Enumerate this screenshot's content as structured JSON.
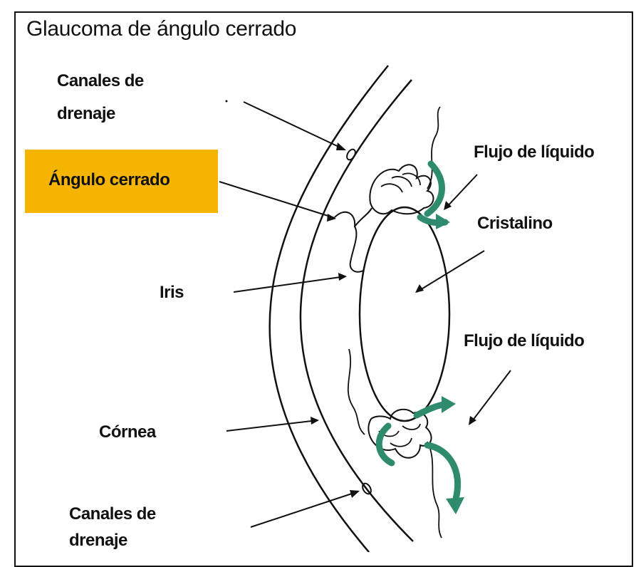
{
  "title": "Glaucoma de ángulo cerrado",
  "labels": {
    "canales_top_l1": "Canales de",
    "canales_top_l2": "drenaje",
    "angulo": "Ángulo cerrado",
    "iris": "Iris",
    "cornea": "Córnea",
    "canales_bot_l1": "Canales de",
    "canales_bot_l2": "drenaje",
    "flujo_top": "Flujo de líquido",
    "cristalino": "Cristalino",
    "flujo_bot": "Flujo de líquido"
  },
  "colors": {
    "highlight": "#f4b400",
    "flow_arrow": "#2e8b6e",
    "line": "#111111"
  }
}
